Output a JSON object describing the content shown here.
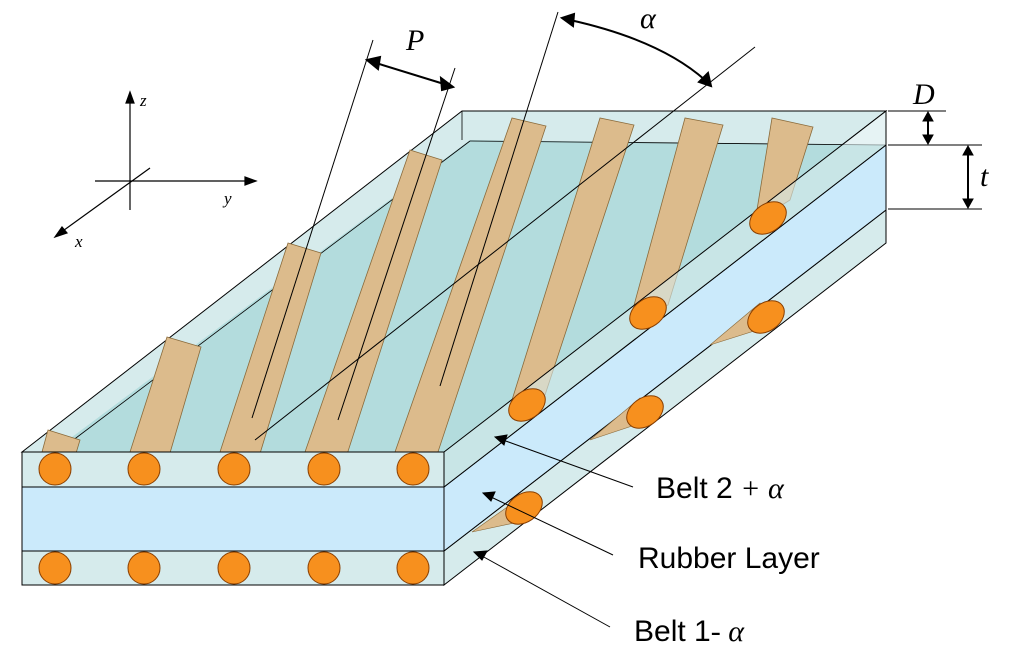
{
  "axes": {
    "x_label": "x",
    "y_label": "y",
    "z_label": "z"
  },
  "dimensions": {
    "pitch_label": "P",
    "angle_label": "α",
    "depth_label": "D",
    "thickness_label": "t"
  },
  "callouts": [
    {
      "text": "Belt 2",
      "math": " + α"
    },
    {
      "text": "Rubber Layer",
      "math": ""
    },
    {
      "text": "Belt 1",
      "math": "- α"
    }
  ],
  "colors": {
    "belt_fill": "#d6ebec",
    "belt_top": "#b3dcdd",
    "rubber_fill": "#cbeafb",
    "cord_fill": "#f7901e",
    "cord_edge": "#8a3f00",
    "strip_fill": "#dcbb8c",
    "line": "#000000"
  }
}
